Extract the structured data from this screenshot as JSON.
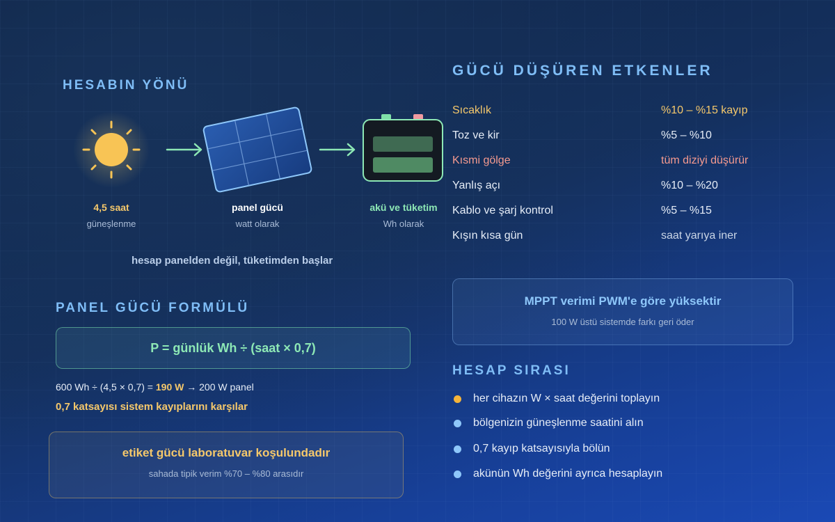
{
  "left": {
    "title": "HESABIN YÖNÜ",
    "flow": [
      {
        "main": "4,5 saat",
        "sub": "güneşlenme"
      },
      {
        "main": "panel gücü",
        "sub": "watt olarak"
      },
      {
        "main": "akü ve tüketim",
        "sub": "Wh olarak"
      }
    ],
    "note": "hesap panelden değil, tüketimden başlar"
  },
  "formula": {
    "title": "PANEL GÜCÜ FORMÜLÜ",
    "expression": "P = günlük Wh ÷ (saat × 0,7)",
    "calc_prefix": "600 Wh ÷ (4,5 × 0,7) = ",
    "calc_result": "190 W",
    "calc_suffix": " → 200 W panel",
    "note": "0,7 katsayısı sistem kayıplarını karşılar"
  },
  "label_box": {
    "title": "etiket gücü laboratuvar koşulundadır",
    "sub": "sahada tipik verim %70 – %80 arasıdır"
  },
  "factors": {
    "title": "GÜCÜ DÜŞÜREN ETKENLER",
    "rows": [
      {
        "name": "Sıcaklık",
        "value": "%10 – %15 kayıp",
        "color": "#f5c86b"
      },
      {
        "name": "Toz ve kir",
        "value": "%5 – %10",
        "color": "#e6edf7"
      },
      {
        "name": "Kısmi gölge",
        "value": "tüm diziyi düşürür",
        "color": "#f59a8f"
      },
      {
        "name": "Yanlış açı",
        "value": "%10 – %20",
        "color": "#e6edf7"
      },
      {
        "name": "Kablo ve şarj kontrol",
        "value": "%5 – %15",
        "color": "#e6edf7"
      },
      {
        "name": "Kışın kısa gün",
        "value": "saat yarıya iner",
        "color": "#e6edf7"
      }
    ]
  },
  "mppt": {
    "title": "MPPT verimi PWM'e göre yüksektir",
    "sub": "100 W üstü sistemde farkı geri öder"
  },
  "order": {
    "title": "HESAP SIRASI",
    "steps": [
      {
        "text": "her cihazın W × saat değerini toplayın",
        "dot": "#f5b43a"
      },
      {
        "text": "bölgenizin güneşlenme saatini alın",
        "dot": "#8ec7fa"
      },
      {
        "text": "0,7 kayıp katsayısıyla bölün",
        "dot": "#8ec7fa"
      },
      {
        "text": "akünün Wh değerini ayrıca hesaplayın",
        "dot": "#8ec7fa"
      }
    ]
  },
  "colors": {
    "accent_title": "#7fbdf6",
    "highlight": "#f5c86b",
    "green": "#8de8b5",
    "warn": "#f59a8f"
  }
}
